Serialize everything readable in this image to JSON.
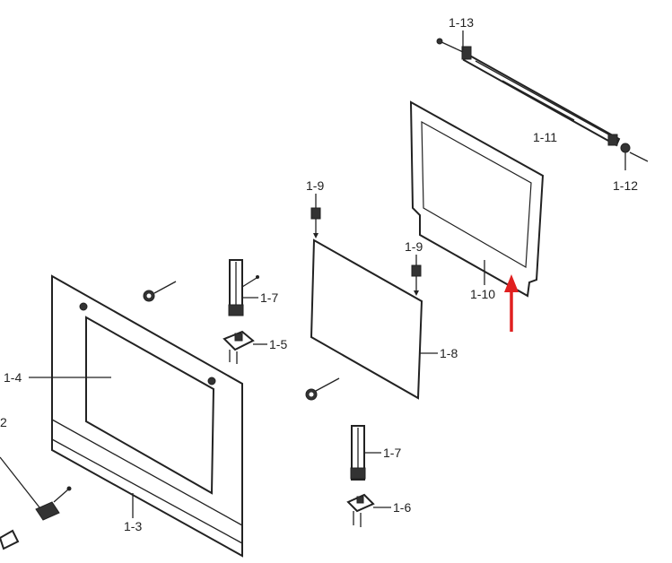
{
  "labels": {
    "l_1_13": "1-13",
    "l_1_11": "1-11",
    "l_1_12": "1-12",
    "l_1_9a": "1-9",
    "l_1_9b": "1-9",
    "l_1_10": "1-10",
    "l_1_7a": "1-7",
    "l_1_5": "1-5",
    "l_1_8": "1-8",
    "l_1_4": "1-4",
    "l_1_7b": "1-7",
    "l_1_6": "1-6",
    "l_1_3": "1-3",
    "l_1_2": "2"
  },
  "colors": {
    "line": "#222222",
    "arrow": "#e02020",
    "background": "#ffffff"
  }
}
